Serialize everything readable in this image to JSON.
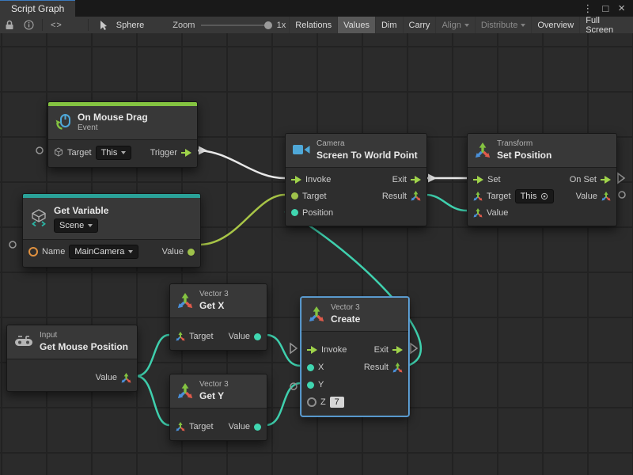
{
  "window": {
    "tab_title": "Script Graph",
    "menu_icon": "⋮",
    "maximize_icon": "□",
    "close_icon": "×"
  },
  "toolbar": {
    "code_icon": "<>",
    "target_name": "Sphere",
    "zoom_label": "Zoom",
    "zoom_value": "1x",
    "buttons": [
      {
        "label": "Relations"
      },
      {
        "label": "Values"
      },
      {
        "label": "Dim"
      },
      {
        "label": "Carry"
      },
      {
        "label": "Align"
      },
      {
        "label": "Distribute"
      },
      {
        "label": "Overview"
      },
      {
        "label": "Full Screen"
      }
    ]
  },
  "nodes": {
    "on_mouse_drag": {
      "title": "On Mouse Drag",
      "subtitle": "Event",
      "target_label": "Target",
      "target_value": "This",
      "trigger_label": "Trigger"
    },
    "screen_to_world_point": {
      "category": "Camera",
      "title": "Screen To World Point",
      "invoke_label": "Invoke",
      "exit_label": "Exit",
      "target_label": "Target",
      "result_label": "Result",
      "position_label": "Position"
    },
    "set_position": {
      "category": "Transform",
      "title": "Set Position",
      "set_label": "Set",
      "on_set_label": "On Set",
      "target_label": "Target",
      "target_value": "This",
      "value_in_label": "Value",
      "value_out_label": "Value"
    },
    "get_variable": {
      "title": "Get Variable",
      "scope": "Scene",
      "name_label": "Name",
      "name_value": "MainCamera",
      "value_label": "Value"
    },
    "get_x": {
      "category": "Vector 3",
      "title": "Get X",
      "target_label": "Target",
      "value_label": "Value"
    },
    "get_y": {
      "category": "Vector 3",
      "title": "Get Y",
      "target_label": "Target",
      "value_label": "Value"
    },
    "get_mouse_position": {
      "category": "Input",
      "title": "Get Mouse Position",
      "value_label": "Value"
    },
    "create": {
      "category": "Vector 3",
      "title": "Create",
      "invoke_label": "Invoke",
      "exit_label": "Exit",
      "x_label": "X",
      "y_label": "Y",
      "z_label": "Z",
      "z_value": "7",
      "result_label": "Result"
    }
  },
  "connections": [
    {
      "from": "On Mouse Drag.Trigger",
      "to": "Screen To World Point.Invoke",
      "type": "flow"
    },
    {
      "from": "Screen To World Point.Exit",
      "to": "Set Position.Set",
      "type": "flow"
    },
    {
      "from": "Get Variable.Value",
      "to": "Screen To World Point.Target",
      "type": "object"
    },
    {
      "from": "Screen To World Point.Result",
      "to": "Set Position.Value",
      "type": "vector3"
    },
    {
      "from": "Create.Result",
      "to": "Screen To World Point.Position",
      "type": "vector3"
    },
    {
      "from": "Get Mouse Position.Value",
      "to": "Get X.Target",
      "type": "vector3"
    },
    {
      "from": "Get Mouse Position.Value",
      "to": "Get Y.Target",
      "type": "vector3"
    },
    {
      "from": "Get X.Value",
      "to": "Create.X",
      "type": "vector3"
    },
    {
      "from": "Get Y.Value",
      "to": "Create.Y",
      "type": "vector3"
    }
  ],
  "colors": {
    "event_accent": "#84c341",
    "variable_accent": "#2aa198",
    "selection": "#63abe2",
    "flow_wire": "#e8e8e8",
    "object_wire": "#a8c547",
    "vector_wire": "#3fd0ae"
  }
}
